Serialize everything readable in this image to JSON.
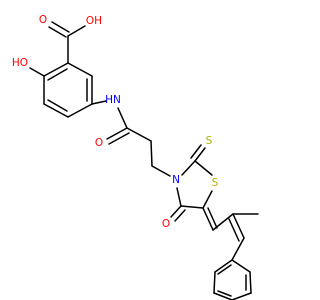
{
  "colors": {
    "oxygen": "#ff0000",
    "nitrogen": "#0000ff",
    "sulfur": "#b2b200",
    "bond": "#000000",
    "background": "#ffffff"
  },
  "labels": {
    "carboxyl_oh": "OH",
    "carboxyl_o": "O",
    "phenol_oh": "HO",
    "amide_nh": "HN",
    "amide_o": "O",
    "ring_n": "N",
    "thione_s": "S",
    "ring_s": "S",
    "ring_o": "O"
  }
}
